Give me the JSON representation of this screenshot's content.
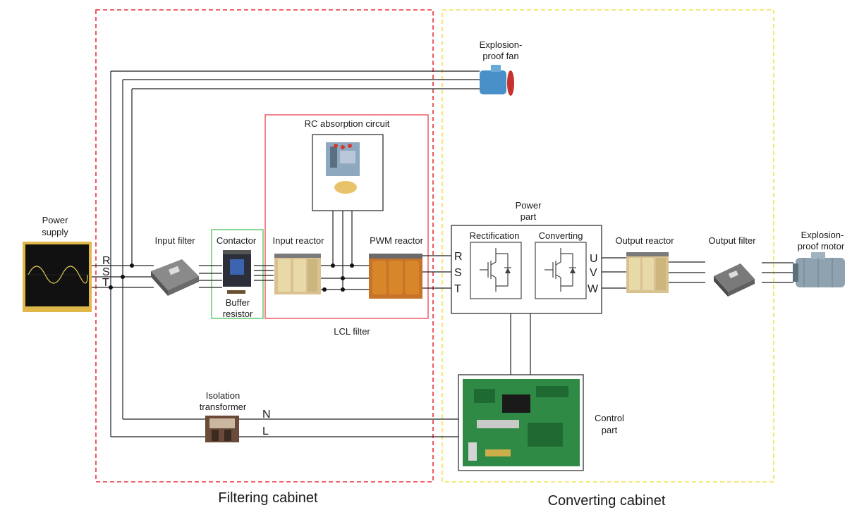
{
  "cabinets": {
    "filtering": {
      "label": "Filtering cabinet",
      "color": "#e8323c"
    },
    "converting": {
      "label": "Converting cabinet",
      "color": "#f2e24a"
    }
  },
  "components": {
    "power_supply": {
      "line1": "Power",
      "line2": "supply"
    },
    "input_filter": "Input filter",
    "contactor": "Contactor",
    "buffer_resistor": {
      "line1": "Buffer",
      "line2": "resistor"
    },
    "input_reactor": "Input reactor",
    "rc_circuit": "RC absorption circuit",
    "pwm_reactor": "PWM reactor",
    "lcl_filter": "LCL filter",
    "explosion_fan": {
      "line1": "Explosion-",
      "line2": "proof fan"
    },
    "power_part": {
      "line1": "Power",
      "line2": "part"
    },
    "rectification": "Rectification",
    "converting": "Converting",
    "output_reactor": "Output reactor",
    "output_filter": "Output filter",
    "explosion_motor": {
      "line1": "Explosion-",
      "line2": "proof motor"
    },
    "isolation_transformer": {
      "line1": "Isolation",
      "line2": "transformer"
    },
    "control_part": {
      "line1": "Control",
      "line2": "part"
    }
  },
  "phases": {
    "input": [
      "R",
      "S",
      "T"
    ],
    "power_in": [
      "R",
      "S",
      "T"
    ],
    "output": [
      "U",
      "V",
      "W"
    ],
    "control": [
      "N",
      "L"
    ]
  },
  "colors": {
    "lcl_box": "#e8323c",
    "contactor_box": "#3fbf4a",
    "wire": "#222222",
    "pcb_green": "#2f8a45",
    "reactor_orange": "#d8862a",
    "fan_blue": "#4a90c8"
  }
}
